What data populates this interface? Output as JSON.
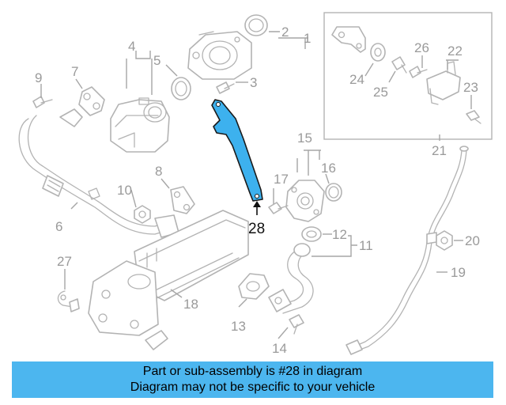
{
  "callouts": {
    "c1": "1",
    "c2": "2",
    "c3": "3",
    "c4": "4",
    "c5": "5",
    "c6": "6",
    "c7": "7",
    "c8": "8",
    "c9": "9",
    "c10": "10",
    "c11": "11",
    "c12": "12",
    "c13": "13",
    "c14": "14",
    "c15": "15",
    "c16": "16",
    "c17": "17",
    "c18": "18",
    "c19": "19",
    "c20": "20",
    "c21": "21",
    "c22": "22",
    "c23": "23",
    "c24": "24",
    "c25": "25",
    "c26": "26",
    "c27": "27",
    "c28": "28"
  },
  "highlight": {
    "part_number": "28",
    "color": "#3db1ee"
  },
  "banner": {
    "line1": "Part or sub-assembly is #28 in diagram",
    "line2": "Diagram may not be specific to your vehicle",
    "color": "#4cb6ef"
  }
}
